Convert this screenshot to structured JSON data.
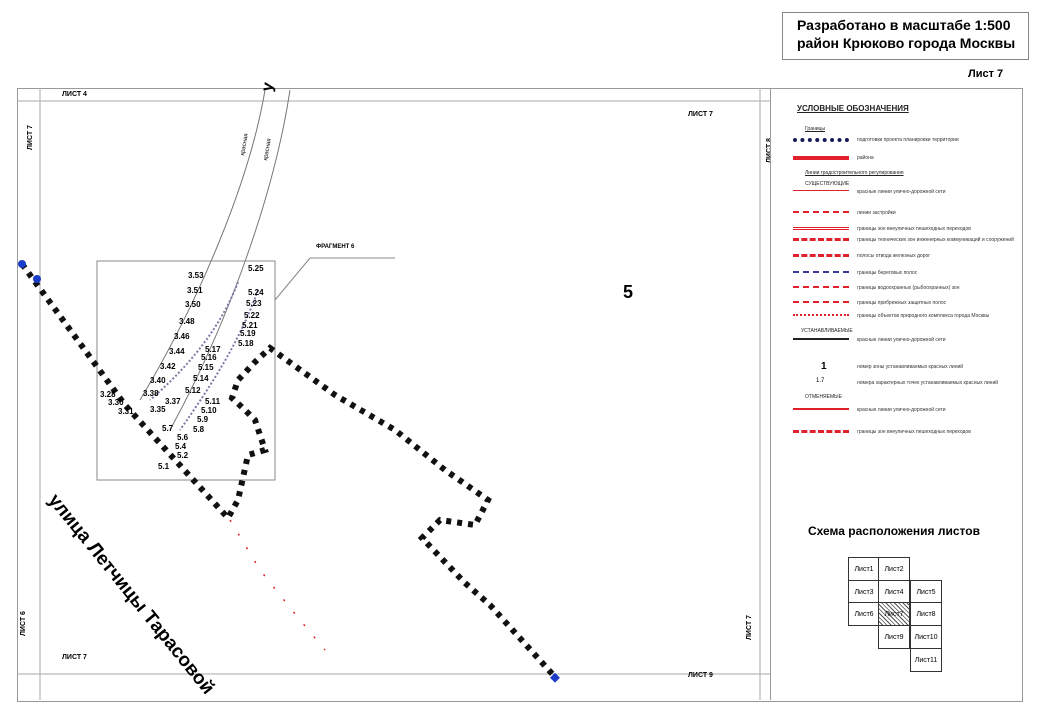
{
  "title_block": {
    "line1": "Разработано в масштабе 1:500",
    "line2": "район Крюково города Москвы"
  },
  "sheet_label": "Лист 7",
  "frame_labels": {
    "top_left": "ЛИСТ 4",
    "top_right": "ЛИСТ 7",
    "left_top": "ЛИСТ 7",
    "left_bottom": "ЛИСТ 6",
    "right_top": "ЛИСТ 8",
    "right_bottom": "ЛИСТ 7",
    "bottom_left": "ЛИСТ 7",
    "bottom_right": "ЛИСТ 9"
  },
  "map": {
    "street_name": "улица Летчицы Тарасовой",
    "street_top_fragment": "у",
    "zone_number": "5",
    "fragment_label": "ФРАГМЕНТ 6",
    "red_line_label_1": "красная",
    "red_line_label_2": "красная",
    "points_left": [
      "3.53",
      "3.51",
      "3.50",
      "3.48",
      "3.46",
      "3.44",
      "3.42",
      "3.40",
      "3.38",
      "3.37",
      "3.35",
      "3.28",
      "3.30",
      "3.31"
    ],
    "points_right": [
      "5.25",
      "5.24",
      "5.23",
      "5.22",
      "5.21",
      "5.19",
      "5.18",
      "5.17",
      "5.16",
      "5.15",
      "5.14",
      "5.12",
      "5.11",
      "5.10",
      "5.9",
      "5.8",
      "5.7",
      "5.6",
      "5.4",
      "5.2",
      "5.1"
    ]
  },
  "legend": {
    "title": "УСЛОВНЫЕ ОБОЗНАЧЕНИЯ",
    "sub_borders": "Границы",
    "sub_regulation": "Линии градостроительного регулирования",
    "existing": "СУЩЕСТВУЮЩИЕ",
    "established": "УСТАНАВЛИВАЕМЫЕ",
    "cancelled": "ОТМЕНЯЕМЫЕ",
    "items": [
      "подготовки проекта планировки территории",
      "района",
      "красные линии улично-дорожной сети",
      "линии застройки",
      "границы зон внеуличных пешеходных переходов",
      "границы технических зон инженерных коммуникаций и сооружений",
      "полосы отвода железных дорог",
      "границы береговых полос",
      "границы водоохранных (рыбоохранных) зон",
      "границы прибрежных защитных полос",
      "границы объектов природного комплекса города Москвы",
      "красные линии улично-дорожной сети",
      "номер зоны устанавливаемых красных линий",
      "номера характерных точек устанавливаемых красных линий",
      "красные линии улично-дорожной сети",
      "границы зон внеуличных пешеходных переходов"
    ],
    "zone_example": "1",
    "point_example": "1.7"
  },
  "scheme": {
    "title": "Схема расположения листов",
    "sheets": [
      "Лист1",
      "Лист2",
      "Лист3",
      "Лист4",
      "Лист5",
      "Лист6",
      "Лист7",
      "Лист8",
      "Лист9",
      "Лист10",
      "Лист11"
    ]
  },
  "colors": {
    "red_line": "#e0202a",
    "boundary": "#111111",
    "blue_marker": "#1a3cc8"
  }
}
